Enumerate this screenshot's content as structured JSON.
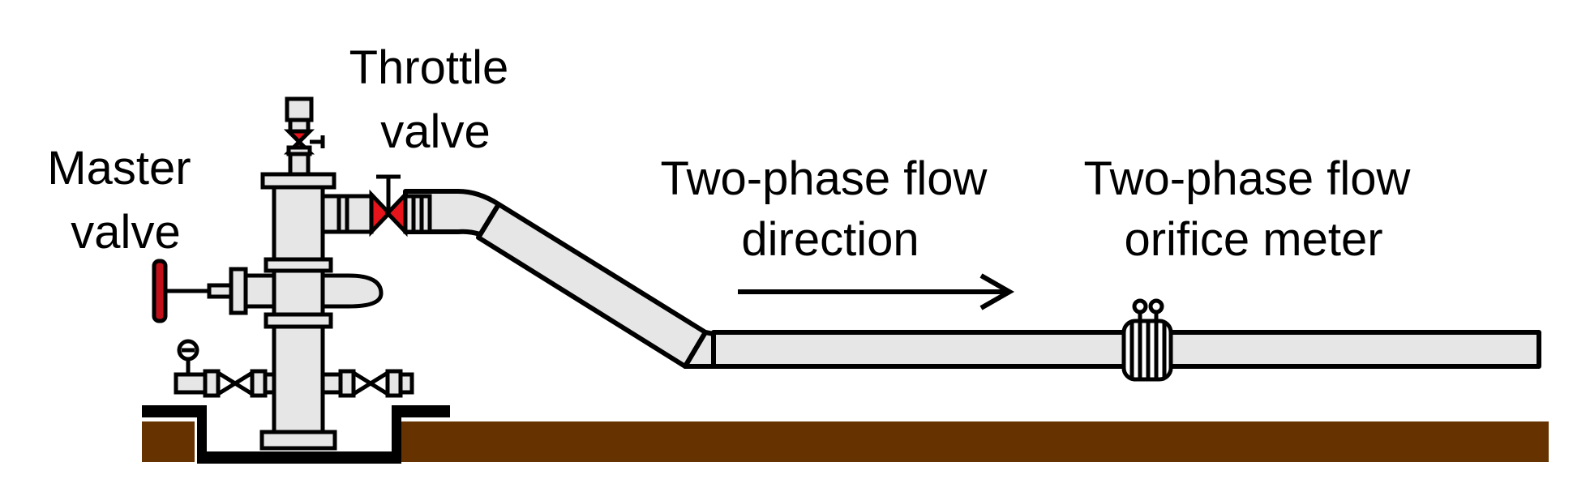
{
  "labels": {
    "throttle_valve": [
      "Throttle",
      "valve"
    ],
    "master_valve": [
      "Master",
      "valve"
    ],
    "flow_direction": [
      "Two-phase flow",
      "direction"
    ],
    "orifice_meter": [
      "Two-phase flow",
      "orifice meter"
    ]
  },
  "colors": {
    "pipe_fill": "#e6e6e6",
    "outline": "#000000",
    "valve_accent": "#e8141c",
    "handwheel": "#c0101a",
    "ground": "#663300",
    "background": "#ffffff"
  },
  "icons": {
    "flow_arrow": "arrow-right-icon",
    "gauge": "pressure-gauge-icon"
  }
}
